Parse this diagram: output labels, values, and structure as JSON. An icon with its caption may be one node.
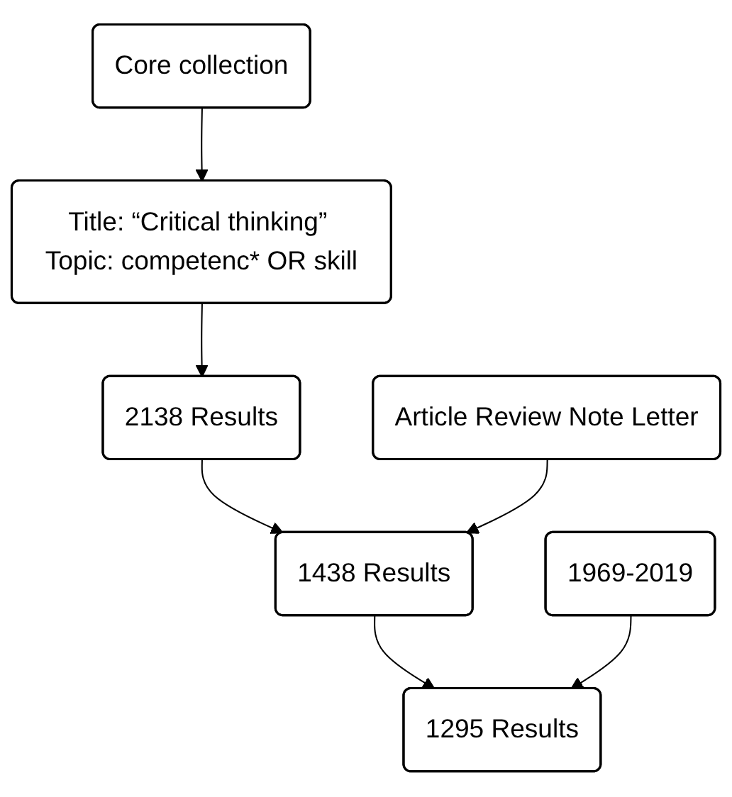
{
  "diagram": {
    "nodes": [
      {
        "text": [
          "Core collection"
        ]
      },
      {
        "text": [
          "Title: “Critical thinking” Topic: competenc* OR skill"
        ]
      },
      {
        "text": [
          "2138 Results"
        ]
      },
      {
        "text": [
          "1438 Results"
        ]
      },
      {
        "text": [
          "Article Review Note Letter"
        ]
      },
      {
        "text": [
          "1969-2019"
        ]
      },
      {
        "text": [
          "1295 Results"
        ]
      }
    ],
    "edges": [
      {
        "from": 0,
        "to": 1,
        "arrow": "to"
      },
      {
        "from": 1,
        "to": 2,
        "arrow": "to"
      },
      {
        "from": 2,
        "to": 3,
        "arrow": "to"
      },
      {
        "from": 4,
        "to": 3,
        "arrow": "to"
      },
      {
        "from": 3,
        "to": 6,
        "arrow": "to"
      },
      {
        "from": 5,
        "to": 6,
        "arrow": "to"
      }
    ]
  }
}
